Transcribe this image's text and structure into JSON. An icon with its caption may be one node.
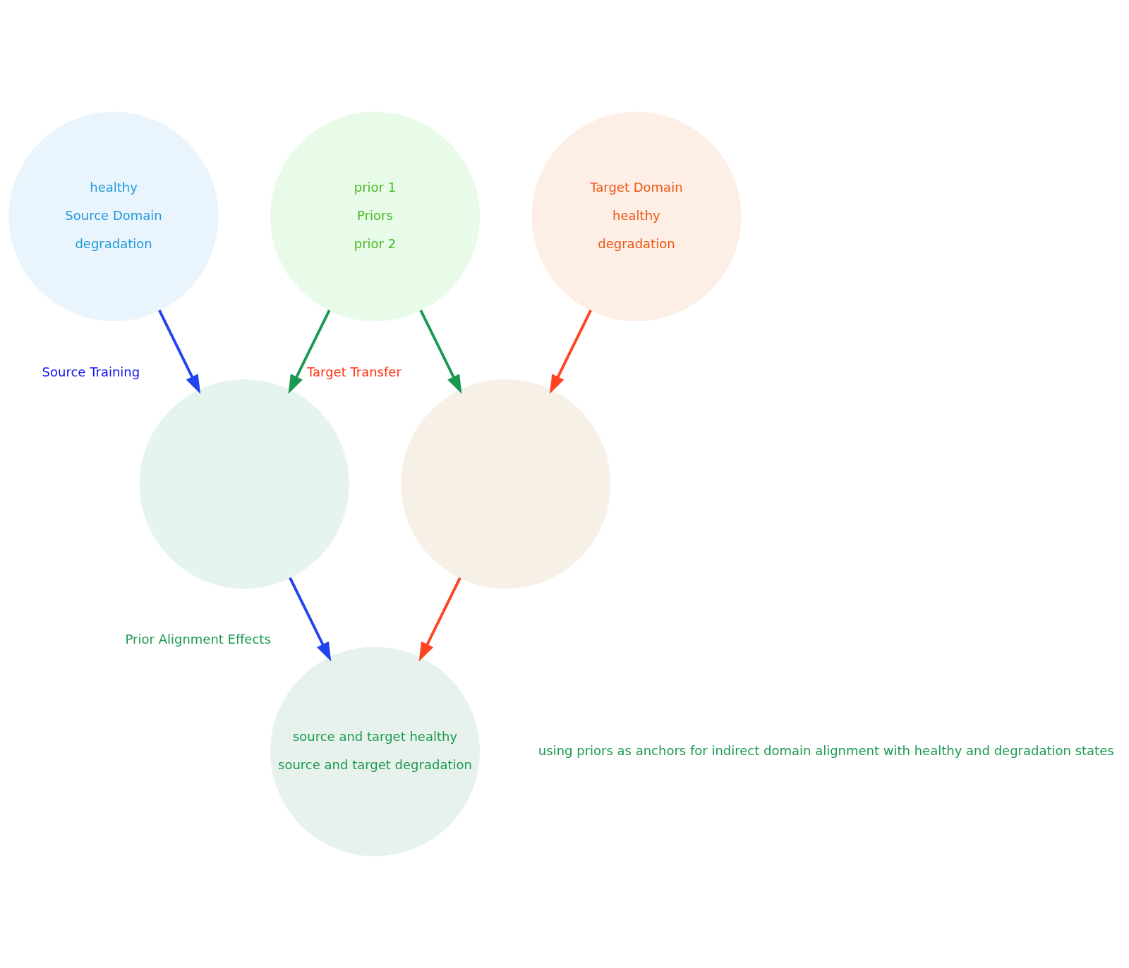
{
  "diagram": {
    "nodes": [
      {
        "text": [
          "healthy",
          "Source Domain",
          "degradation"
        ]
      },
      {
        "text": [
          "prior 1",
          "Priors",
          "prior 2"
        ]
      },
      {
        "text": [
          "Target Domain",
          "healthy",
          "degradation"
        ]
      },
      {
        "text": [],
        "shape": "circle",
        "beside": [
          "Source Training"
        ]
      },
      {
        "text": [],
        "shape": "circle",
        "beside": [
          "Target Transfer"
        ]
      },
      {
        "text": [
          "source and target healthy",
          "source and target degradation"
        ],
        "beside": [
          "Prior Alignment Effects"
        ]
      }
    ],
    "edges": [
      {
        "from": 0,
        "to": 3,
        "arrow": "to",
        "color": "#2244ee"
      },
      {
        "from": 1,
        "to": 3,
        "arrow": "to",
        "color": "#1a9950"
      },
      {
        "from": 1,
        "to": 4,
        "arrow": "to",
        "color": "#1a9950"
      },
      {
        "from": 2,
        "to": 4,
        "arrow": "to",
        "color": "#ff4422"
      },
      {
        "from": 3,
        "to": 5,
        "arrow": "to",
        "color": "#2244ee"
      },
      {
        "from": 4,
        "to": 5,
        "arrow": "to",
        "color": "#ff4422"
      }
    ],
    "labels": [
      "using priors as anchors for indirect domain alignment with healthy and degradation states"
    ]
  }
}
